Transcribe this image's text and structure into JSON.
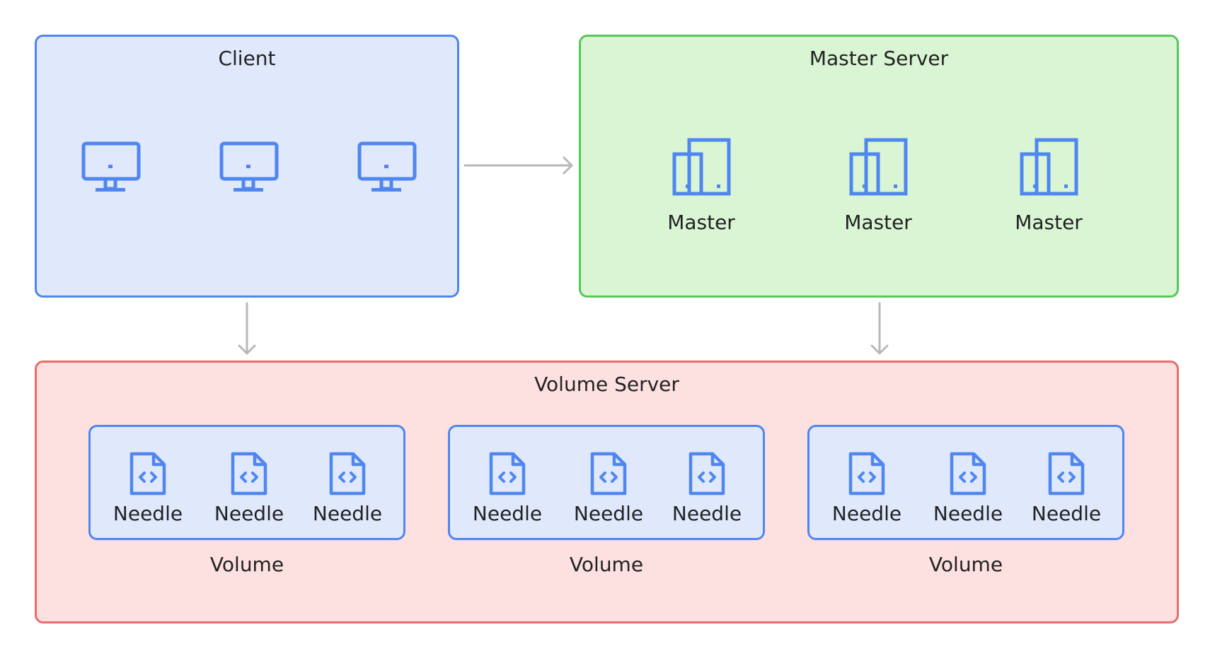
{
  "colors": {
    "client_bg": "#e0e8fc",
    "client_border": "#4f86f0",
    "master_bg": "#d9f5d4",
    "master_border": "#56c956",
    "volume_bg": "#fde0e0",
    "volume_border": "#ec6b6b",
    "icon": "#4f86f0",
    "arrow": "#b8b8b8"
  },
  "client": {
    "title": "Client",
    "icons": [
      "monitor-icon",
      "monitor-icon",
      "monitor-icon"
    ]
  },
  "master_server": {
    "title": "Master Server",
    "nodes": [
      {
        "label": "Master",
        "icon": "server-icon"
      },
      {
        "label": "Master",
        "icon": "server-icon"
      },
      {
        "label": "Master",
        "icon": "server-icon"
      }
    ]
  },
  "volume_server": {
    "title": "Volume Server",
    "volumes": [
      {
        "label": "Volume",
        "needles": [
          "Needle",
          "Needle",
          "Needle"
        ]
      },
      {
        "label": "Volume",
        "needles": [
          "Needle",
          "Needle",
          "Needle"
        ]
      },
      {
        "label": "Volume",
        "needles": [
          "Needle",
          "Needle",
          "Needle"
        ]
      }
    ]
  }
}
